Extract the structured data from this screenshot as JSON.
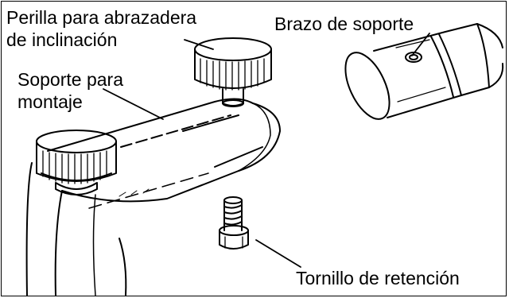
{
  "labels": {
    "tilt_knob_line1": "Perilla para abrazadera",
    "tilt_knob_line2": "de inclinación",
    "support_arm": "Brazo de soporte",
    "mount_line1": "Soporte para",
    "mount_line2": "montaje",
    "retention_screw": "Tornillo de retención"
  },
  "colors": {
    "ink": "#000000",
    "paper": "#ffffff"
  }
}
